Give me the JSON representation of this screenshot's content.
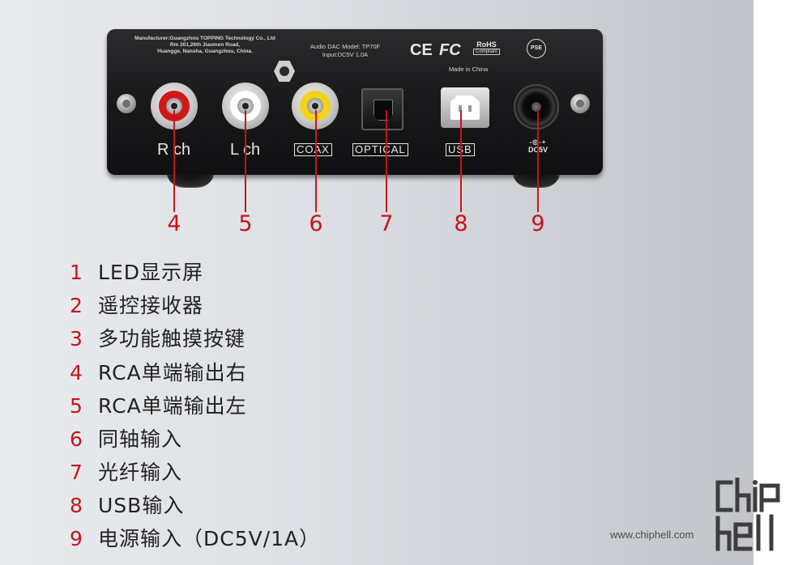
{
  "device": {
    "manufacturer_lines": [
      "Manufacturer:Guangzhou TOPPING Technology Co., Ltd",
      "Rm 201,26th Jiaomen Road,",
      "Huangge, Nansha, Guangzhou, China."
    ],
    "model_lines": [
      "Audio DAC   Model: TP70F",
      "Input:DC5V 1.0A"
    ],
    "certifications": {
      "ce": "CE",
      "fc": "FC",
      "rohs": "RoHS",
      "rohs_sub": "Compliant",
      "pse": "PSE"
    },
    "made_in": "Made in China",
    "ports": {
      "r_ch": "R ch",
      "l_ch": "L ch",
      "coax": "COAX",
      "optical": "OPTICAL",
      "usb": "USB",
      "dc": "DC5V"
    },
    "colors": {
      "r_ring": "#d01818",
      "l_ring": "#ffffff",
      "coax_ring": "#f2d21a"
    }
  },
  "callouts": [
    "4",
    "5",
    "6",
    "7",
    "8",
    "9"
  ],
  "legend": [
    {
      "num": "1",
      "text": "LED显示屏"
    },
    {
      "num": "2",
      "text": "遥控接收器"
    },
    {
      "num": "3",
      "text": "多功能触摸按键"
    },
    {
      "num": "4",
      "text": "RCA单端输出右"
    },
    {
      "num": "5",
      "text": "RCA单端输出左"
    },
    {
      "num": "6",
      "text": "同轴输入"
    },
    {
      "num": "7",
      "text": "光纤输入"
    },
    {
      "num": "8",
      "text": "USB输入"
    },
    {
      "num": "9",
      "text": "电源输入（DC5V/1A）"
    }
  ],
  "watermark": {
    "url": "www.chiphell.com",
    "logo_text": "chiphell"
  },
  "accent_color": "#c8141b"
}
